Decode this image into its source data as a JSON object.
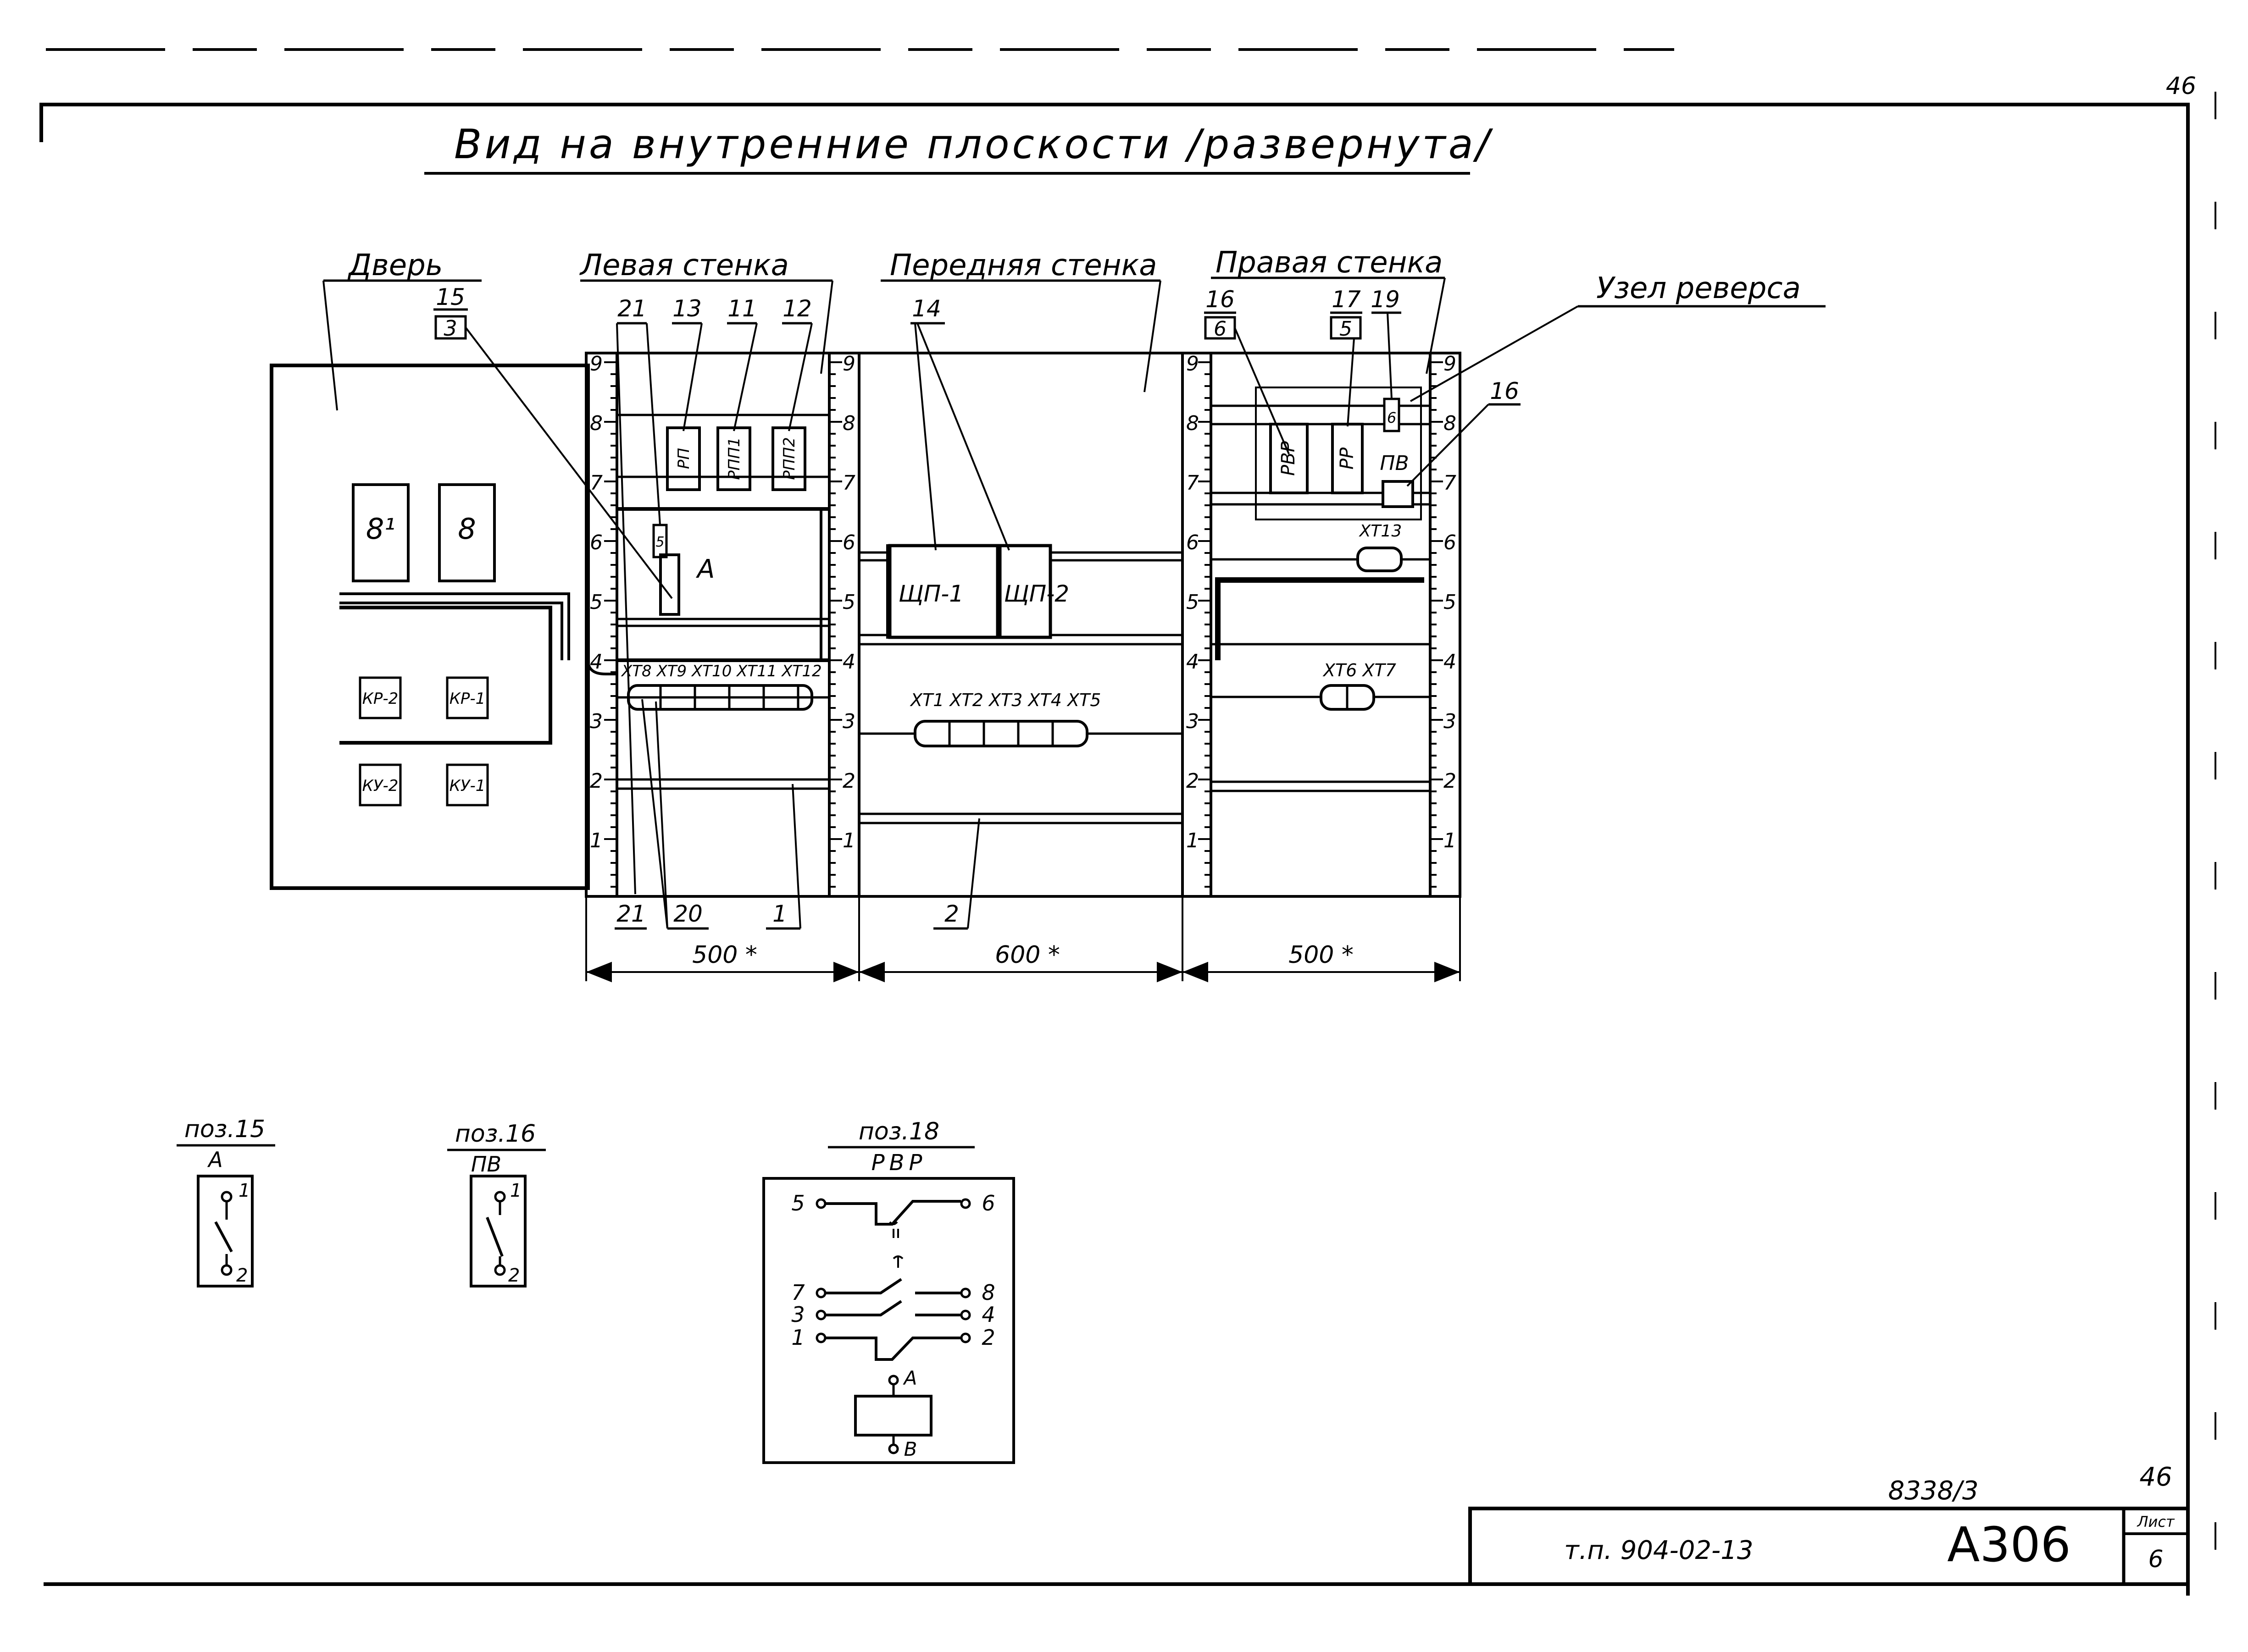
{
  "sheet_corner": "46",
  "title": "Вид на внутренние плоскости /развернута/",
  "sections": {
    "door": "Дверь",
    "left": "Левая стенка",
    "front": "Передняя стенка",
    "right": "Правая стенка",
    "reverse_node": "Узел реверса"
  },
  "door": {
    "callout_num": "15",
    "callout_box": "3",
    "blocks": [
      "8¹",
      "8"
    ],
    "buttons": [
      "КР-2",
      "КР-1",
      "КУ-2",
      "КУ-1"
    ]
  },
  "left_wall": {
    "top_callouts": [
      "21",
      "13",
      "11",
      "12"
    ],
    "devices": [
      "РП",
      "РПП1",
      "РПП2"
    ],
    "small_box": "5",
    "label_a": "А",
    "terminals": "ХТ8 ХТ9 ХТ10 ХТ11 ХТ12",
    "bottom_callouts": [
      "21",
      "20",
      "1"
    ],
    "dimension": "500 *"
  },
  "front_wall": {
    "top_callout": "14",
    "devices": [
      "ЩП-1",
      "ЩП-2"
    ],
    "terminals": "ХТ1 ХТ2 ХТ3 ХТ4 ХТ5",
    "bottom_callout": "2",
    "dimension": "600 *"
  },
  "right_wall": {
    "callouts": [
      {
        "num": "16",
        "box": "6"
      },
      {
        "num": "17",
        "box": "5"
      },
      {
        "num": "19",
        "box": ""
      },
      {
        "num": "16",
        "box": ""
      }
    ],
    "devices": [
      "РВР",
      "РР",
      "ПВ"
    ],
    "small_box": "6",
    "terminal_top": "ХТ13",
    "terminals": "ХТ6 ХТ7",
    "dimension": "500 *"
  },
  "ruler_marks": [
    "1",
    "2",
    "3",
    "4",
    "5",
    "6",
    "7",
    "8",
    "9"
  ],
  "details": [
    {
      "title": "поз.15",
      "sub": "А",
      "pins": [
        "1",
        "2"
      ]
    },
    {
      "title": "поз.16",
      "sub": "ПВ",
      "pins": [
        "1",
        "2"
      ]
    },
    {
      "title": "поз.18",
      "sub": "РВР",
      "pins_left": [
        "5",
        "7",
        "3",
        "1"
      ],
      "pins_right": [
        "6",
        "8",
        "4",
        "2"
      ],
      "coil": [
        "А",
        "В"
      ]
    }
  ],
  "stamp": {
    "archive_no": "8338/3",
    "sheet_num_top": "46",
    "project": "т.п. 904-02-13",
    "code": "А306",
    "sheet_label": "Лист",
    "sheet_no": "6"
  }
}
